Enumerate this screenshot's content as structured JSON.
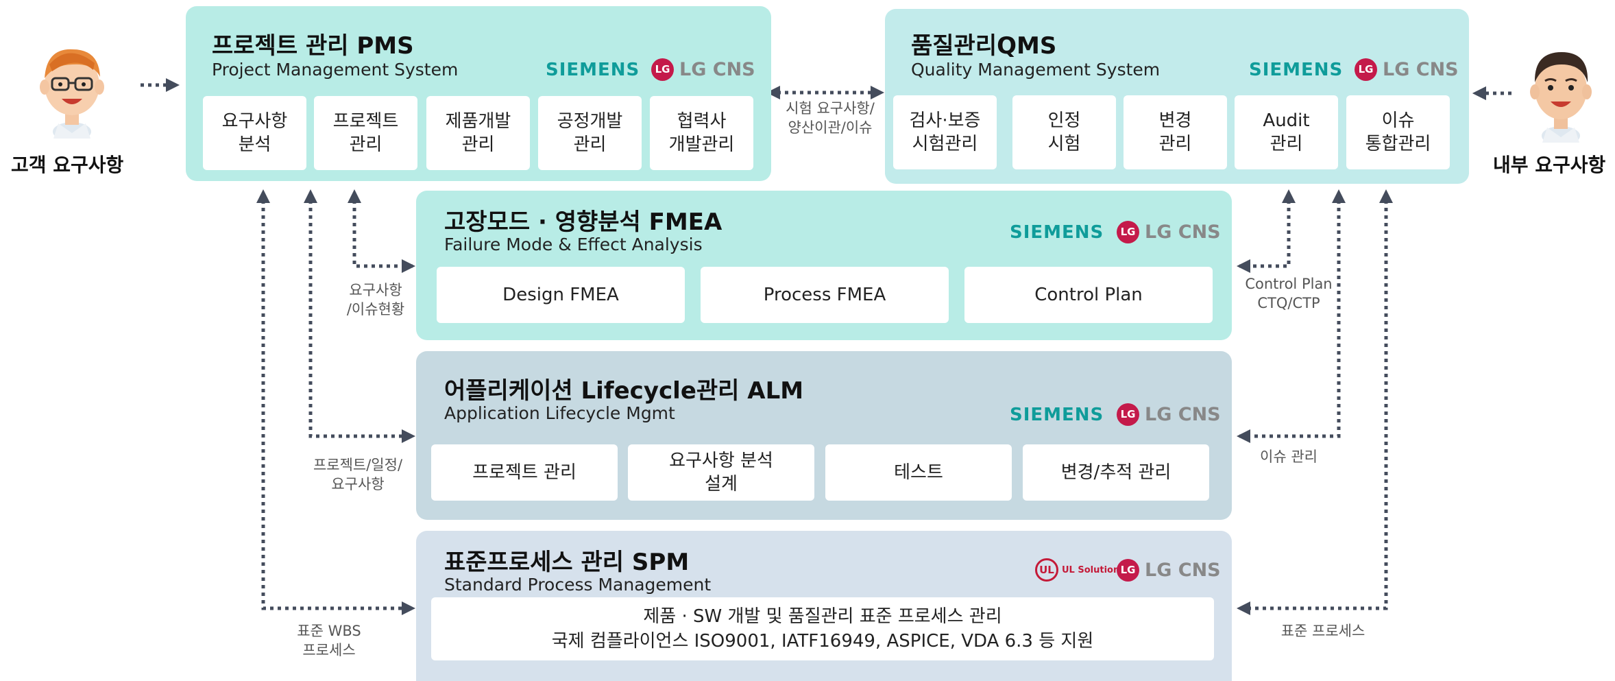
{
  "left_actor": {
    "label": "고객 요구사항"
  },
  "right_actor": {
    "label": "내부 요구사항"
  },
  "pms": {
    "title": "프로젝트 관리 PMS",
    "subtitle": "Project Management System",
    "logos": [
      "SIEMENS",
      "LG CNS"
    ],
    "modules": [
      "요구사항\n분석",
      "프로젝트\n관리",
      "제품개발\n관리",
      "공정개발\n관리",
      "협력사\n개발관리"
    ]
  },
  "qms": {
    "title": "품질관리QMS",
    "subtitle": "Quality Management System",
    "logos": [
      "SIEMENS",
      "LG CNS"
    ],
    "modules": [
      "검사·보증\n시험관리",
      "인정\n시험",
      "변경\n관리",
      "Audit\n관리",
      "이슈\n통합관리"
    ]
  },
  "fmea": {
    "title": "고장모드 · 영향분석 FMEA",
    "subtitle": "Failure Mode & Effect Analysis",
    "logos": [
      "SIEMENS",
      "LG CNS"
    ],
    "modules": [
      "Design FMEA",
      "Process FMEA",
      "Control Plan"
    ]
  },
  "alm": {
    "title": "어플리케이션 Lifecycle관리 ALM",
    "subtitle": "Application Lifecycle Mgmt",
    "logos": [
      "SIEMENS",
      "LG CNS"
    ],
    "modules": [
      "프로젝트 관리",
      "요구사항 분석\n설계",
      "테스트",
      "변경/추적 관리"
    ]
  },
  "spm": {
    "title": "표준프로세스 관리 SPM",
    "subtitle": "Standard Process Management",
    "logos": [
      "UL Solutions",
      "LG CNS"
    ],
    "description": "제품 · SW 개발 및 품질관리 표준 프로세스 관리\n국제 컴플라이언스 ISO9001, IATF16949, ASPICE, VDA 6.3 등 지원"
  },
  "connector_labels": {
    "pms_qms": "시험 요구사항/\n양산이관/이슈",
    "pms_fmea": "요구사항\n/이슈현황",
    "pms_alm": "프로젝트/일정/\n요구사항",
    "pms_spm": "표준 WBS\n프로세스",
    "qms_fmea": "Control Plan\nCTQ/CTP",
    "qms_alm": "이슈 관리",
    "qms_spm": "표준 프로세스"
  },
  "colors": {
    "pms_bg": "#b8ece6",
    "qms_bg": "#c2ebeb",
    "fmea_bg": "#b8ece6",
    "alm_bg": "#c6d9e1",
    "spm_bg": "#d6e1ec",
    "siemens": "#0f9c9a",
    "lg_red": "#c41a4a",
    "arrow": "#444c5c"
  }
}
